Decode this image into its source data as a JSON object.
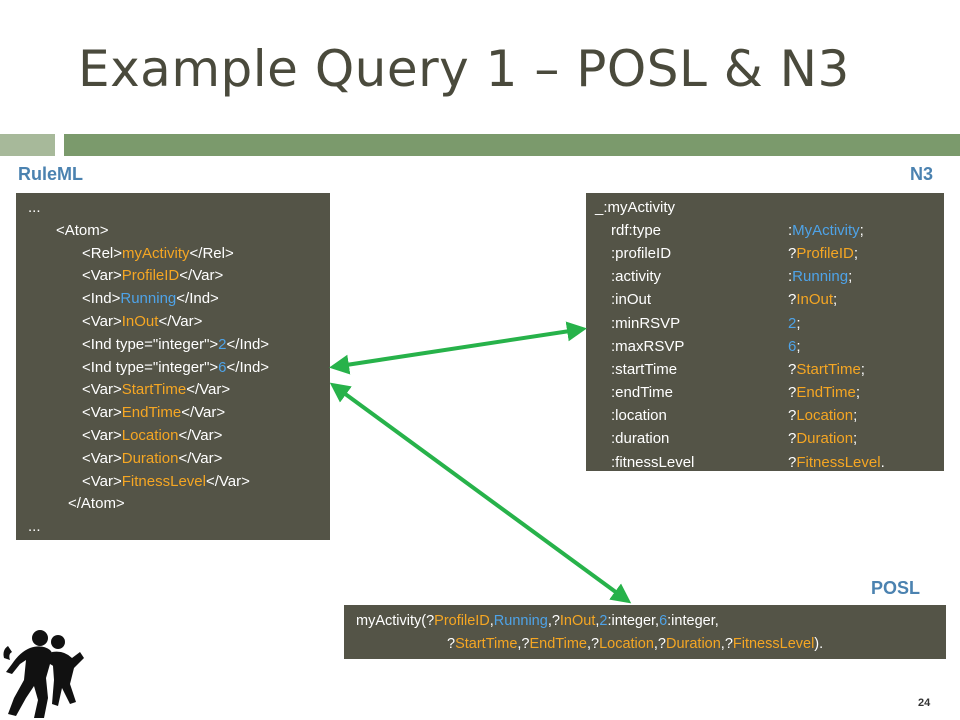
{
  "slide": {
    "title": "Example Query 1 – POSL & N3",
    "number": "24"
  },
  "labels": {
    "ruleml": "RuleML",
    "n3": "N3",
    "posl": "POSL"
  },
  "colors": {
    "box_bg": "#545447",
    "orange": "#f5a623",
    "blue": "#4ea3e8",
    "arrow": "#27b24a",
    "label": "#4b82b0"
  },
  "ruleml": {
    "open_ellipsis": "...",
    "atom_open": "<Atom>",
    "lines": [
      {
        "open": "<Rel>",
        "value": "myActivity",
        "close": "</Rel>",
        "color": "orange"
      },
      {
        "open": "<Var>",
        "value": "ProfileID",
        "close": "</Var>",
        "color": "orange"
      },
      {
        "open": "<Ind>",
        "value": "Running",
        "close": "</Ind>",
        "color": "blue"
      },
      {
        "open": "<Var>",
        "value": "InOut",
        "close": "</Var>",
        "color": "orange"
      },
      {
        "open": "<Ind type=\"integer\">",
        "value": "2",
        "close": "</Ind>",
        "color": "blue"
      },
      {
        "open": "<Ind type=\"integer\">",
        "value": "6",
        "close": "</Ind>",
        "color": "blue"
      },
      {
        "open": "<Var>",
        "value": "StartTime",
        "close": "</Var>",
        "color": "orange"
      },
      {
        "open": "<Var>",
        "value": "EndTime",
        "close": "</Var>",
        "color": "orange"
      },
      {
        "open": "<Var>",
        "value": "Location",
        "close": "</Var>",
        "color": "orange"
      },
      {
        "open": "<Var>",
        "value": "Duration",
        "close": "</Var>",
        "color": "orange"
      },
      {
        "open": "<Var>",
        "value": "FitnessLevel",
        "close": "</Var>",
        "color": "orange"
      }
    ],
    "atom_close": "</Atom>",
    "close_ellipsis": "..."
  },
  "n3": {
    "subject": "_:myActivity",
    "rows": [
      {
        "pred": "rdf:type",
        "prefix": ":",
        "value": "MyActivity",
        "color": "blue",
        "end": ";"
      },
      {
        "pred": ":profileID",
        "prefix": "?",
        "value": "ProfileID",
        "color": "orange",
        "end": ";"
      },
      {
        "pred": ":activity",
        "prefix": ":",
        "value": "Running",
        "color": "blue",
        "end": ";"
      },
      {
        "pred": ":inOut",
        "prefix": "?",
        "value": "InOut",
        "color": "orange",
        "end": ";"
      },
      {
        "pred": ":minRSVP",
        "prefix": "",
        "value": "2",
        "color": "blue",
        "end": ";"
      },
      {
        "pred": ":maxRSVP",
        "prefix": "",
        "value": "6",
        "color": "blue",
        "end": ";"
      },
      {
        "pred": ":startTime",
        "prefix": "?",
        "value": "StartTime",
        "color": "orange",
        "end": ";"
      },
      {
        "pred": ":endTime",
        "prefix": "?",
        "value": "EndTime",
        "color": "orange",
        "end": ";"
      },
      {
        "pred": ":location",
        "prefix": "?",
        "value": "Location",
        "color": "orange",
        "end": ";"
      },
      {
        "pred": ":duration",
        "prefix": "?",
        "value": "Duration",
        "color": "orange",
        "end": ";"
      },
      {
        "pred": ":fitnessLevel",
        "prefix": "?",
        "value": "FitnessLevel",
        "color": "orange",
        "end": "."
      }
    ]
  },
  "posl": {
    "line1": [
      {
        "t": "myActivity(?",
        "c": ""
      },
      {
        "t": "ProfileID",
        "c": "orange"
      },
      {
        "t": ",",
        "c": ""
      },
      {
        "t": "Running",
        "c": "blue"
      },
      {
        "t": ",?",
        "c": ""
      },
      {
        "t": "InOut",
        "c": "orange"
      },
      {
        "t": ",",
        "c": ""
      },
      {
        "t": "2",
        "c": "blue"
      },
      {
        "t": ":integer,",
        "c": ""
      },
      {
        "t": "6",
        "c": "blue"
      },
      {
        "t": ":integer,",
        "c": ""
      }
    ],
    "line2": [
      {
        "t": "?",
        "c": ""
      },
      {
        "t": "StartTime",
        "c": "orange"
      },
      {
        "t": ",?",
        "c": ""
      },
      {
        "t": "EndTime",
        "c": "orange"
      },
      {
        "t": ",?",
        "c": ""
      },
      {
        "t": "Location",
        "c": "orange"
      },
      {
        "t": ",?",
        "c": ""
      },
      {
        "t": "Duration",
        "c": "orange"
      },
      {
        "t": ",?",
        "c": ""
      },
      {
        "t": "FitnessLevel",
        "c": "orange"
      },
      {
        "t": ").",
        "c": ""
      }
    ]
  }
}
